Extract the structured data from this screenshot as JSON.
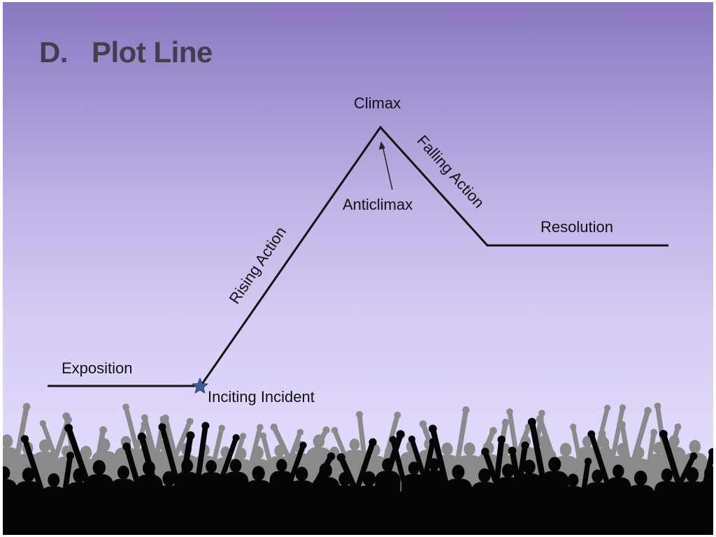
{
  "slide": {
    "title_prefix": "D.",
    "title_text": "Plot Line"
  },
  "diagram": {
    "stages": {
      "exposition": "Exposition",
      "inciting_incident": "Inciting Incident",
      "rising_action": "Rising Action",
      "climax": "Climax",
      "anticlimax": "Anticlimax",
      "falling_action": "Falling Action",
      "resolution": "Resolution"
    }
  },
  "colors": {
    "background_top": "#8a77c0",
    "background_bottom": "#e6defc",
    "title": "#3f3f4d",
    "line": "#111111",
    "star": "#3e5c9a",
    "crowd_dark": "#050505",
    "crowd_light": "#8a8a8a"
  },
  "icons": {
    "inciting_marker": "star-icon",
    "crowd": "cheering-crowd-silhouette"
  }
}
